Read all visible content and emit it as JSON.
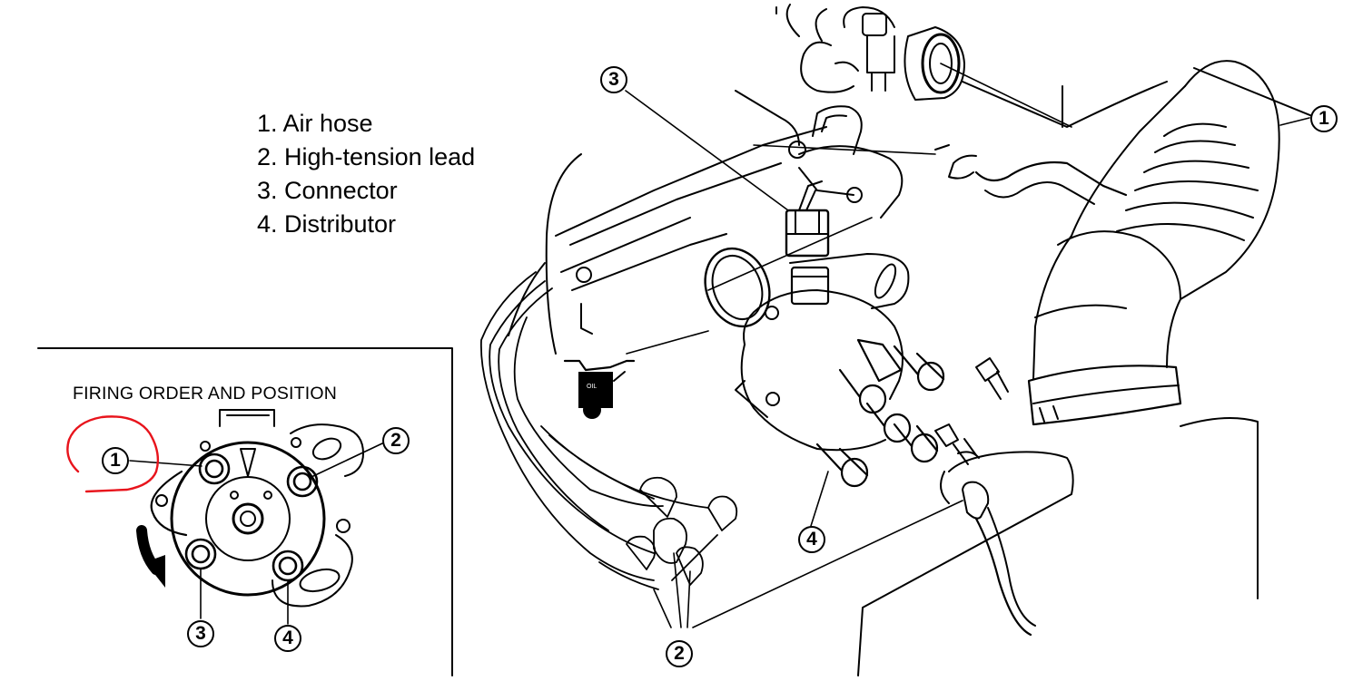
{
  "legend": {
    "items": [
      "1. Air hose",
      "2. High-tension lead",
      "3. Connector",
      "4. Distributor"
    ]
  },
  "firing_panel": {
    "title": "FIRING ORDER AND POSITION",
    "terminals": [
      "1",
      "2",
      "3",
      "4"
    ],
    "highlight_color": "#e8141c"
  },
  "callouts": {
    "air_hose": "1",
    "high_tension_lead": "2",
    "connector": "3",
    "distributor": "4"
  },
  "oil_label": "OIL"
}
